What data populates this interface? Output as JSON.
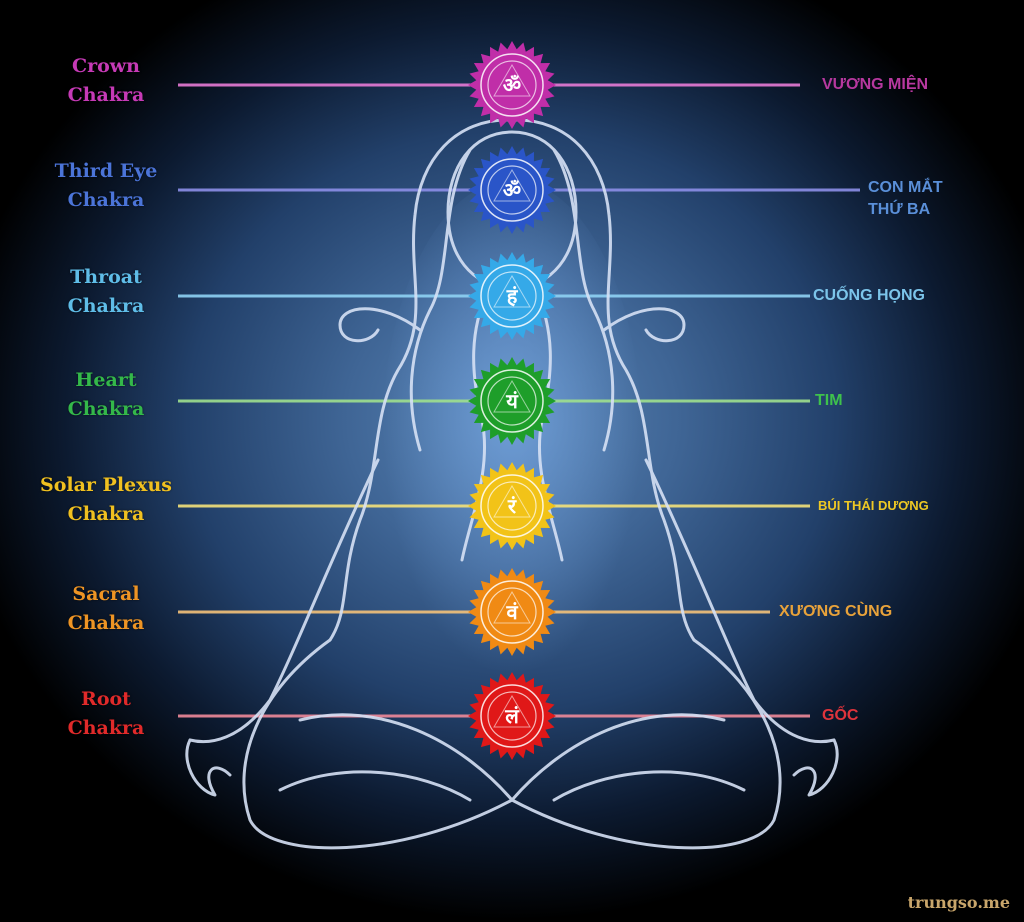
{
  "chakras": [
    {
      "id": "crown",
      "en_line1": "Crown",
      "en_line2": "Chakra",
      "vi_line1": "VƯƠNG MIỆN",
      "vi_line2": "",
      "color": "#c02ea8",
      "line_color": "#e77bd6",
      "label_color": "#c63ab6",
      "vi_color": "#b7389f",
      "symbol": "ॐ"
    },
    {
      "id": "third-eye",
      "en_line1": "Third Eye",
      "en_line2": "Chakra",
      "vi_line1": "CON MẮT",
      "vi_line2": "THỨ BA",
      "color": "#2a55c8",
      "line_color": "#8d8fe8",
      "label_color": "#4b74d8",
      "vi_color": "#5a8fd8",
      "symbol": "ॐ"
    },
    {
      "id": "throat",
      "en_line1": "Throat",
      "en_line2": "Chakra",
      "vi_line1": "CUỐNG HỌNG",
      "vi_line2": "",
      "color": "#35a9e8",
      "line_color": "#8fd2f4",
      "label_color": "#5fbde8",
      "vi_color": "#7cc5ea",
      "symbol": "हं"
    },
    {
      "id": "heart",
      "en_line1": "Heart",
      "en_line2": "Chakra",
      "vi_line1": "TIM",
      "vi_line2": "",
      "color": "#1e9e2a",
      "line_color": "#9fe08e",
      "label_color": "#34b84a",
      "vi_color": "#3ec24c",
      "symbol": "यं"
    },
    {
      "id": "solar-plexus",
      "en_line1": "Solar Plexus",
      "en_line2": "Chakra",
      "vi_line1": "BÚI THÁI DƯƠNG",
      "vi_line2": "",
      "color": "#f2c318",
      "line_color": "#f4e27a",
      "label_color": "#f0c020",
      "vi_color": "#eec824",
      "symbol": "रं"
    },
    {
      "id": "sacral",
      "en_line1": "Sacral",
      "en_line2": "Chakra",
      "vi_line1": "XƯƠNG CÙNG",
      "vi_line2": "",
      "color": "#f08a14",
      "line_color": "#f4c27a",
      "label_color": "#ee9424",
      "vi_color": "#e8a23a",
      "symbol": "वं"
    },
    {
      "id": "root",
      "en_line1": "Root",
      "en_line2": "Chakra",
      "vi_line1": "GỐC",
      "vi_line2": "",
      "color": "#e01818",
      "line_color": "#f08a9a",
      "label_color": "#e02a2a",
      "vi_color": "#e0343c",
      "symbol": "लं"
    }
  ],
  "watermark": "trungso.me",
  "figure_color": "#d6e1f5"
}
